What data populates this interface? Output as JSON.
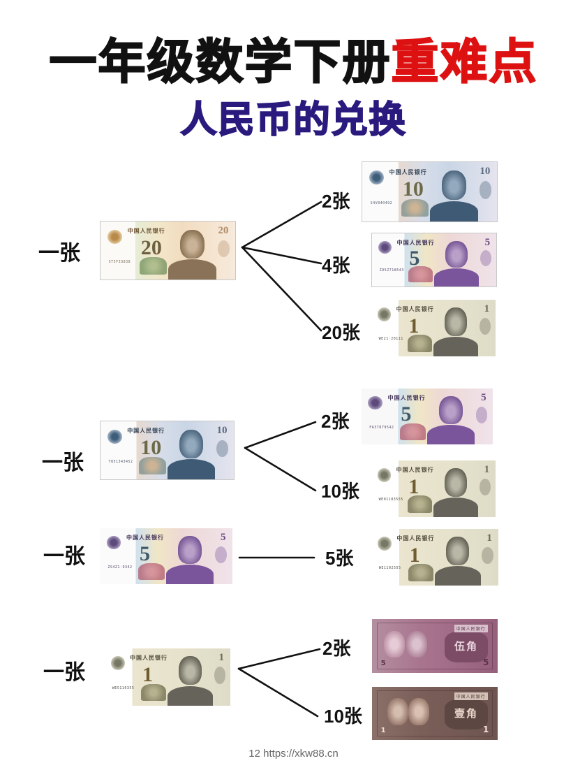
{
  "header": {
    "title_black": "一年级数学下册",
    "title_red": "重难点",
    "subtitle": "人民币的兑换"
  },
  "colors": {
    "title_black": "#111111",
    "title_red": "#dd1111",
    "subtitle": "#2b1a7e",
    "line": "#111111",
    "footer": "#666666"
  },
  "bank_name": "中国人民银行",
  "groups": [
    {
      "from": {
        "label": "一张",
        "note": "20元",
        "denom": "20"
      },
      "to": [
        {
          "count": "2张",
          "note": "10元",
          "denom": "10"
        },
        {
          "count": "4张",
          "note": "5元",
          "denom": "5"
        },
        {
          "count": "20张",
          "note": "1元",
          "denom": "1"
        }
      ]
    },
    {
      "from": {
        "label": "一张",
        "note": "10元",
        "denom": "10"
      },
      "to": [
        {
          "count": "2张",
          "note": "5元",
          "denom": "5"
        },
        {
          "count": "10张",
          "note": "1元",
          "denom": "1"
        }
      ]
    },
    {
      "from": {
        "label": "一张",
        "note": "5元",
        "denom": "5"
      },
      "to": [
        {
          "count": "5张",
          "note": "1元",
          "denom": "1"
        }
      ]
    },
    {
      "from": {
        "label": "一张",
        "note": "1元",
        "denom": "1"
      },
      "to": [
        {
          "count": "2张",
          "note": "5角",
          "denom": "伍角",
          "corner": "5"
        },
        {
          "count": "10张",
          "note": "1角",
          "denom": "壹角",
          "corner": "1"
        }
      ]
    }
  ],
  "notes": {
    "n20_serial": "ST5F33838",
    "n10a_serial": "S4V840492",
    "n5a_serial": "ZD5Z718543",
    "n1a_serial": "WE21·20111",
    "n10b_serial": "TQ51343452",
    "n5b_serial": "FA37879542",
    "n1b_serial": "WE01183555",
    "n5c_serial": "ZS4Z1·9342",
    "n1c_serial": "WE1102555",
    "n1d_serial": "WE5110355"
  },
  "footer": {
    "text": "12 https://xkw88.cn"
  }
}
